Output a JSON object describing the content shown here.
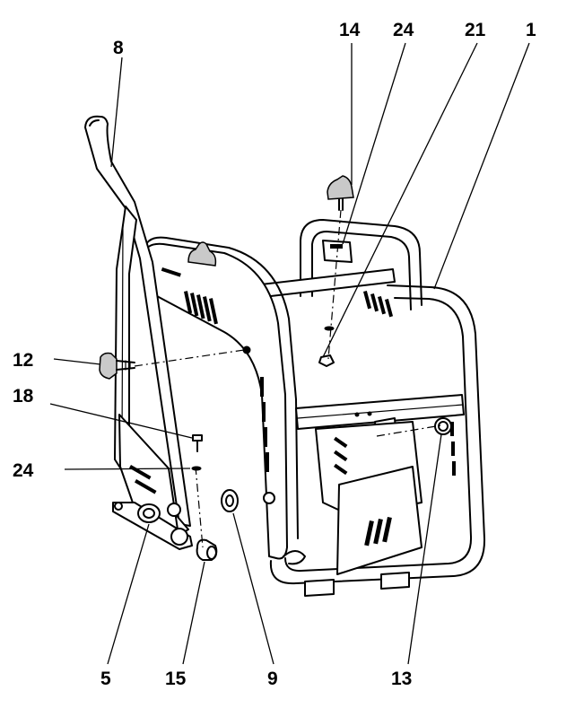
{
  "diagram": {
    "callouts": [
      {
        "id": "c1",
        "number": "1"
      },
      {
        "id": "c5",
        "number": "5"
      },
      {
        "id": "c8",
        "number": "8"
      },
      {
        "id": "c9",
        "number": "9"
      },
      {
        "id": "c12",
        "number": "12"
      },
      {
        "id": "c13",
        "number": "13"
      },
      {
        "id": "c14",
        "number": "14"
      },
      {
        "id": "c15",
        "number": "15"
      },
      {
        "id": "c18",
        "number": "18"
      },
      {
        "id": "c21",
        "number": "21"
      },
      {
        "id": "c24a",
        "number": "24"
      },
      {
        "id": "c24b",
        "number": "24"
      }
    ]
  }
}
